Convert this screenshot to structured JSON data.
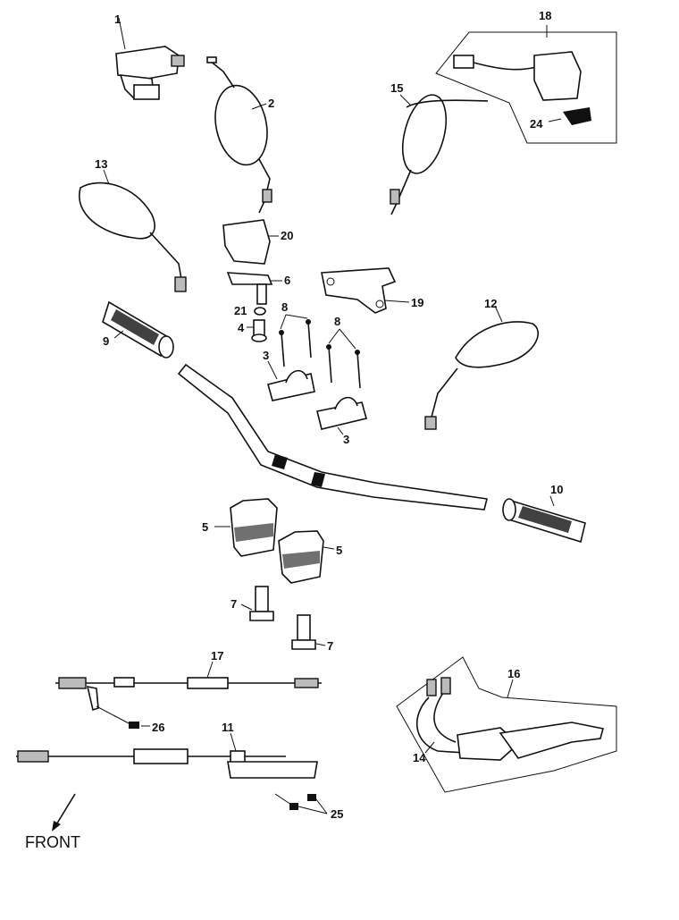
{
  "labels": {
    "p1": "1",
    "p2": "2",
    "p3a": "3",
    "p3b": "3",
    "p4": "4",
    "p5a": "5",
    "p5b": "5",
    "p6": "6",
    "p7a": "7",
    "p7b": "7",
    "p8a": "8",
    "p8b": "8",
    "p9": "9",
    "p10": "10",
    "p11": "11",
    "p12": "12",
    "p13": "13",
    "p14": "14",
    "p15": "15",
    "p16": "16",
    "p17": "17",
    "p18": "18",
    "p19": "19",
    "p20": "20",
    "p21": "21",
    "p24": "24",
    "p25": "25",
    "p26": "26"
  },
  "front_label": "FRONT"
}
